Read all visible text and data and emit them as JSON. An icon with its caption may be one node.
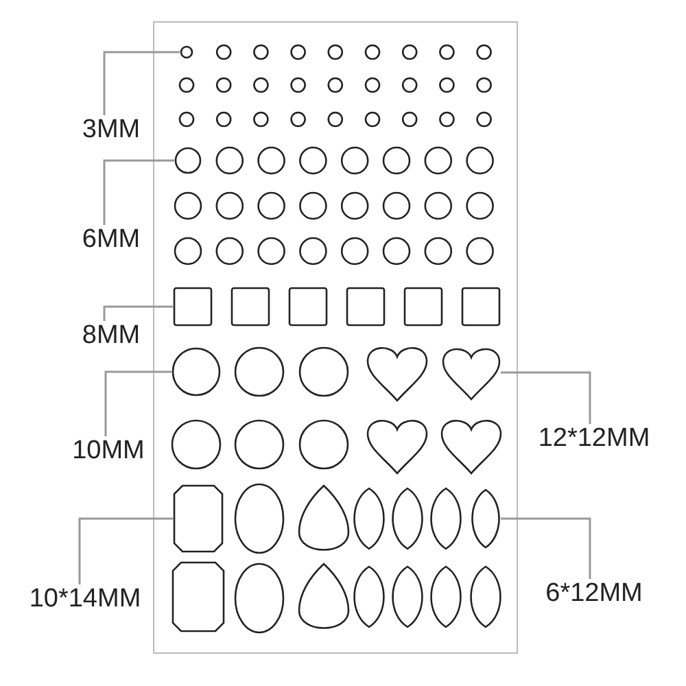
{
  "diagram": {
    "nodes": [
      {
        "text": [
          "3MM"
        ]
      },
      {
        "text": [
          "6MM"
        ]
      },
      {
        "text": [
          "8MM"
        ]
      },
      {
        "text": [
          "10MM"
        ]
      },
      {
        "text": [
          "10*14MM"
        ]
      },
      {
        "text": [
          "12*12MM"
        ]
      },
      {
        "text": [
          "6*12MM"
        ]
      },
      {
        "text": [],
        "shape": "circle"
      },
      {
        "text": [],
        "shape": "circle"
      },
      {
        "text": [],
        "shape": "box"
      },
      {
        "text": [],
        "shape": "circle"
      },
      {
        "text": [],
        "shape": "heart"
      },
      {
        "text": [],
        "shape": "octagon"
      },
      {
        "text": [],
        "shape": "marquise"
      }
    ],
    "edges": [
      {
        "from": 0,
        "to": 7,
        "arrow": "none"
      },
      {
        "from": 1,
        "to": 8,
        "arrow": "none"
      },
      {
        "from": 2,
        "to": 9,
        "arrow": "none"
      },
      {
        "from": 3,
        "to": 10,
        "arrow": "none"
      },
      {
        "from": 4,
        "to": 12,
        "arrow": "none"
      },
      {
        "from": 5,
        "to": 11,
        "arrow": "none"
      },
      {
        "from": 6,
        "to": 13,
        "arrow": "none"
      }
    ]
  }
}
